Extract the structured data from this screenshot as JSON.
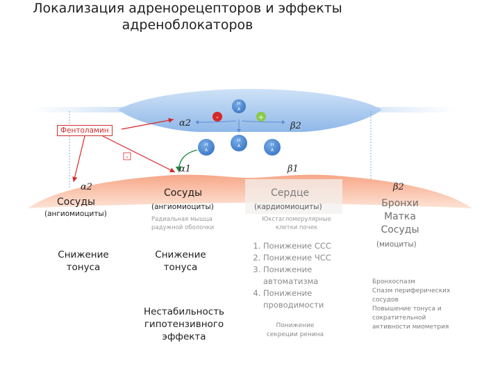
{
  "title_line1": "Локализация адренорецепторов и эффекты",
  "title_line2": "адреноблокаторов",
  "drug": "Фентоламин",
  "neurotransmitter": "Н\nА",
  "signs": {
    "minus_top": "-",
    "plus_top": "+",
    "minus_left": "-"
  },
  "receptors": {
    "alpha2_top": "α2",
    "beta2_top": "β2",
    "alpha1": "α1",
    "beta1": "β1",
    "alpha2_left": "α2",
    "beta2_right": "β2"
  },
  "columns": {
    "col1": {
      "head": "Сосуды",
      "sub": "(ангиомиоциты)",
      "effect_l1": "Снижение",
      "effect_l2": "тонуса"
    },
    "col2": {
      "head": "Сосуды",
      "sub": "(ангиомиоциты)",
      "faint_l1": "Радиальная мышца",
      "faint_l2": "радужной оболочки",
      "effect_l1": "Снижение",
      "effect_l2": "тонуса",
      "effect2_l1": "Нестабильность",
      "effect2_l2": "гипотензивного",
      "effect2_l3": "эффекта"
    },
    "col3": {
      "head": "Сердце",
      "sub": "(кардиомиоциты)",
      "faint_l1": "Юкстагломерулярные",
      "faint_l2": "клетки почек",
      "list": [
        "Понижение ССС",
        "Понижение ЧСС",
        "Понижение автоматизма",
        "Понижение проводимости"
      ],
      "renin_l1": "Понижение",
      "renin_l2": "секреции ренина"
    },
    "col4": {
      "head_l1": "Бронхи",
      "head_l2": "Матка",
      "head_l3": "Сосуды",
      "sub": "(миоциты)",
      "effects": [
        "Бронхоспазм",
        "Спазм периферических",
        "сосудов",
        "Повышение тонуса и",
        "сократительной",
        "активности миометрия"
      ]
    }
  },
  "colors": {
    "membrane_top": "#9ec3ec",
    "membrane_bottom": "#f4a98a",
    "inhibit_arrow": "#d62828",
    "activate_arrow": "#1e8a3e",
    "vesicle": "#4d8bd6"
  }
}
